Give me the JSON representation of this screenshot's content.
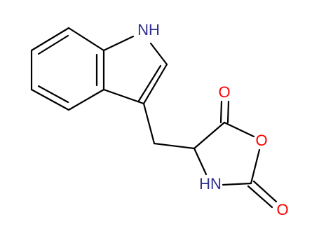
{
  "molecule": {
    "atoms": {
      "indole_nh": "NH",
      "carbonyl_o_top": "O",
      "ring_o": "O",
      "ring_nh": "HN",
      "carbonyl_o_bottom": "O"
    },
    "colors": {
      "bond": "#000000",
      "nitrogen": "#2f2f8f",
      "oxygen": "#ff0000"
    }
  }
}
